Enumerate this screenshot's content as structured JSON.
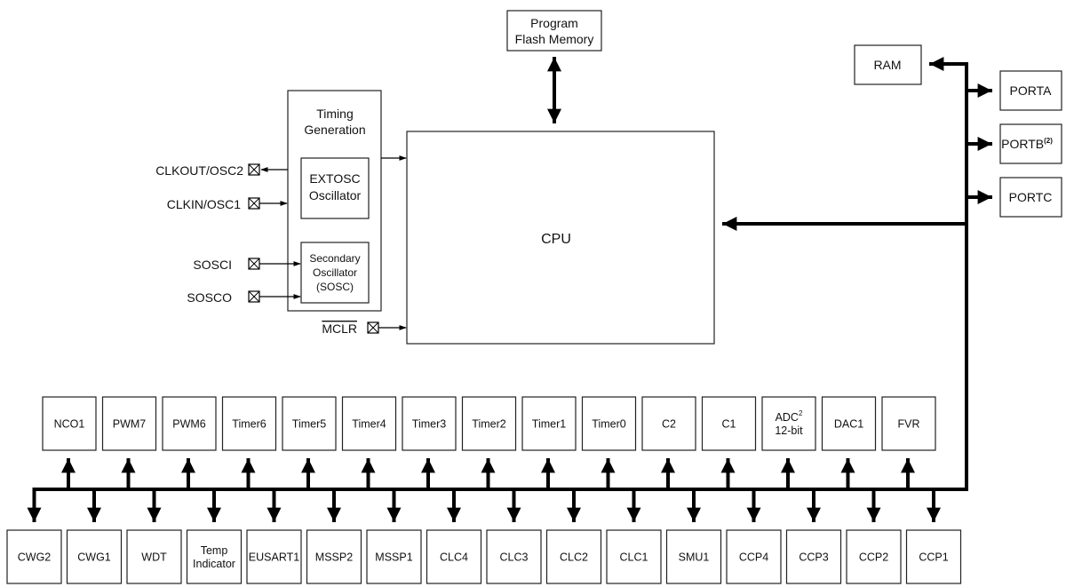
{
  "program_flash": [
    "Program",
    "Flash Memory"
  ],
  "cpu": "CPU",
  "ram": "RAM",
  "ports": [
    "PORTA",
    "PORTB",
    "PORTC"
  ],
  "portb_superscript": "(2)",
  "timing": {
    "title": [
      "Timing",
      "Generation"
    ],
    "extosc": [
      "EXTOSC",
      "Oscillator"
    ],
    "sosc": [
      "Secondary",
      "Oscillator",
      "(SOSC)"
    ]
  },
  "pins": {
    "clkout": "CLKOUT/OSC2",
    "clkin": "CLKIN/OSC1",
    "sosci": "SOSCI",
    "sosco": "SOSCO",
    "mclr": "MCLR"
  },
  "top_peripherals": [
    {
      "label": [
        "NCO1"
      ]
    },
    {
      "label": [
        "PWM7"
      ]
    },
    {
      "label": [
        "PWM6"
      ]
    },
    {
      "label": [
        "Timer6"
      ]
    },
    {
      "label": [
        "Timer5"
      ]
    },
    {
      "label": [
        "Timer4"
      ]
    },
    {
      "label": [
        "Timer3"
      ]
    },
    {
      "label": [
        "Timer2"
      ]
    },
    {
      "label": [
        "Timer1"
      ]
    },
    {
      "label": [
        "Timer0"
      ]
    },
    {
      "label": [
        "C2"
      ]
    },
    {
      "label": [
        "C1"
      ]
    },
    {
      "label": [
        "ADC",
        "12-bit"
      ],
      "sup": "2"
    },
    {
      "label": [
        "DAC1"
      ]
    },
    {
      "label": [
        "FVR"
      ]
    }
  ],
  "bottom_peripherals": [
    {
      "label": [
        "CWG2"
      ]
    },
    {
      "label": [
        "CWG1"
      ]
    },
    {
      "label": [
        "WDT"
      ]
    },
    {
      "label": [
        "Temp",
        "Indicator"
      ]
    },
    {
      "label": [
        "EUSART1"
      ]
    },
    {
      "label": [
        "MSSP2"
      ]
    },
    {
      "label": [
        "MSSP1"
      ]
    },
    {
      "label": [
        "CLC4"
      ]
    },
    {
      "label": [
        "CLC3"
      ]
    },
    {
      "label": [
        "CLC2"
      ]
    },
    {
      "label": [
        "CLC1"
      ]
    },
    {
      "label": [
        "SMU1"
      ]
    },
    {
      "label": [
        "CCP4"
      ]
    },
    {
      "label": [
        "CCP3"
      ]
    },
    {
      "label": [
        "CCP2"
      ]
    },
    {
      "label": [
        "CCP1"
      ]
    }
  ]
}
